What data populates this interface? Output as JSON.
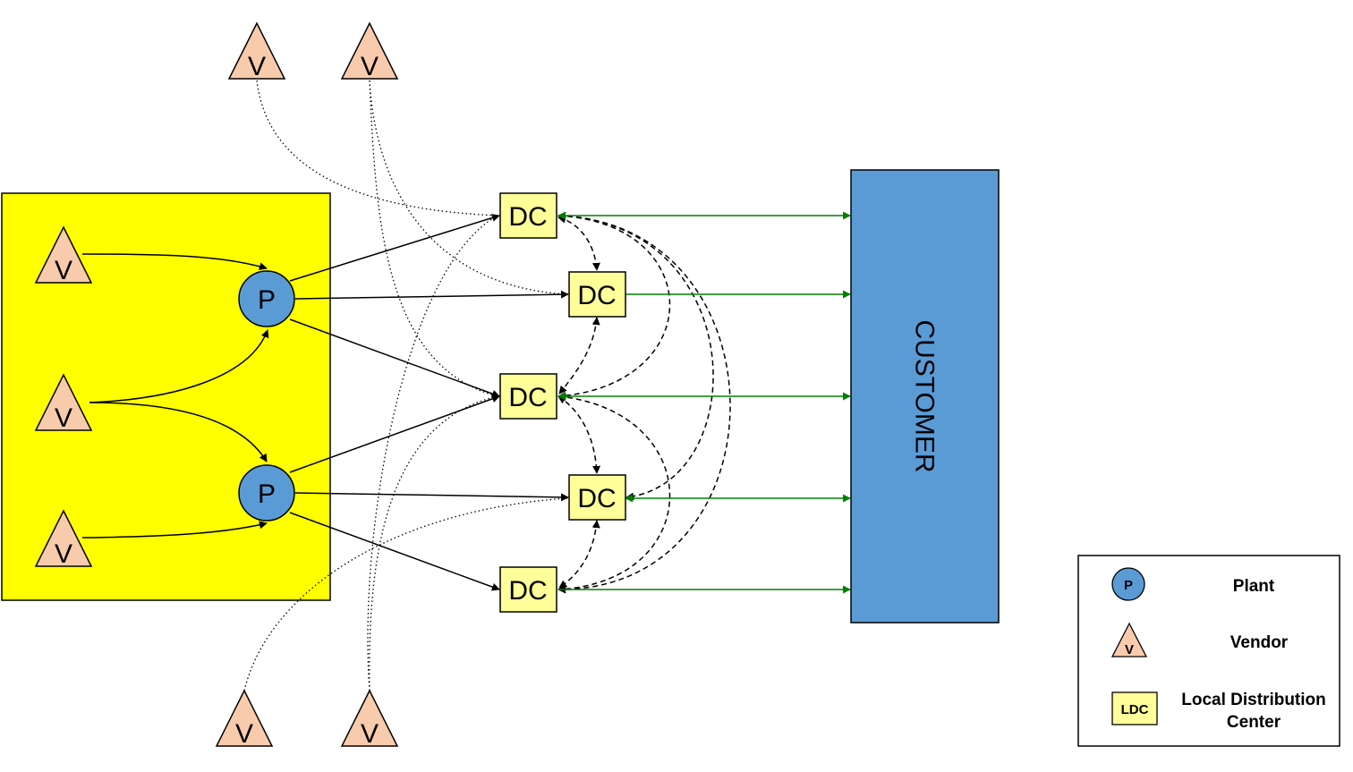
{
  "colors": {
    "plant_zone": "#FFFF00",
    "plant": "#5B9BD5",
    "vendor": "#F8CBAD",
    "dc": "#FFFF99",
    "customer": "#5B9BD5",
    "flow_green": "#008000",
    "line": "#000000"
  },
  "labels": {
    "vendor": "V",
    "plant": "P",
    "dc": "DC",
    "customer": "CUSTOMER"
  },
  "legend": {
    "plant_symbol": "P",
    "plant_label": "Plant",
    "vendor_symbol": "V",
    "vendor_label": "Vendor",
    "ldc_symbol": "LDC",
    "ldc_label_line1": "Local Distribution",
    "ldc_label_line2": "Center"
  }
}
